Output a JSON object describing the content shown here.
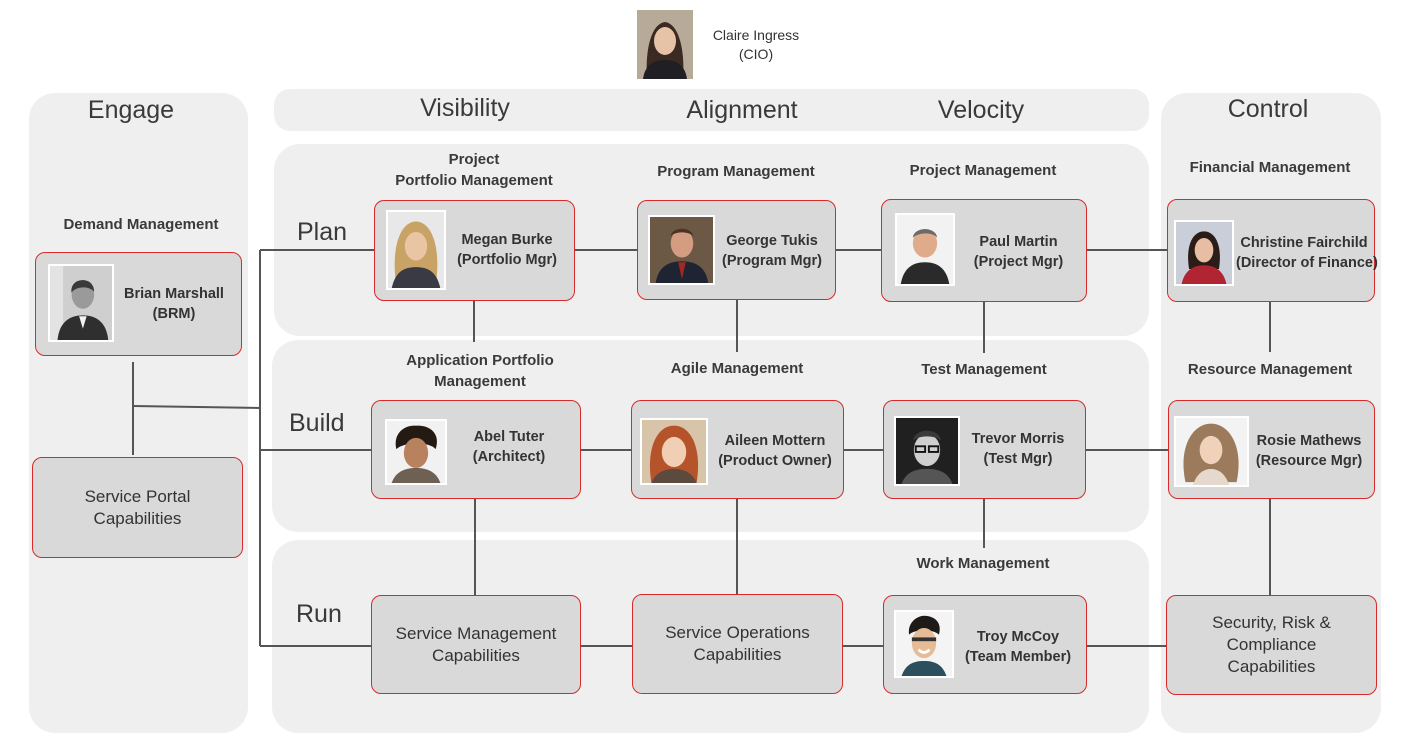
{
  "cio": {
    "name": "Claire Ingress",
    "role": "(CIO)"
  },
  "columns": {
    "engage": "Engage",
    "visibility": "Visibility",
    "alignment": "Alignment",
    "velocity": "Velocity",
    "control": "Control"
  },
  "rows": {
    "plan": "Plan",
    "build": "Build",
    "run": "Run"
  },
  "sections": {
    "demand": "Demand Management",
    "ppm_line1": "Project",
    "ppm_line2": "Portfolio Management",
    "program": "Program Management",
    "project": "Project Management",
    "financial": "Financial Management",
    "apm_line1": "Application Portfolio",
    "apm_line2": "Management",
    "agile": "Agile Management",
    "test": "Test Management",
    "resource": "Resource Management",
    "work": "Work Management"
  },
  "people": {
    "brian": {
      "name": "Brian Marshall",
      "role": "(BRM)"
    },
    "megan": {
      "name": "Megan Burke",
      "role": "(Portfolio Mgr)"
    },
    "george": {
      "name": "George Tukis",
      "role": "(Program Mgr)"
    },
    "paul": {
      "name": "Paul Martin",
      "role": "(Project Mgr)"
    },
    "christine": {
      "name": "Christine Fairchild",
      "role": "(Director of Finance)"
    },
    "abel": {
      "name": "Abel Tuter",
      "role": "(Architect)"
    },
    "aileen": {
      "name": "Aileen Mottern",
      "role": "(Product Owner)"
    },
    "trevor": {
      "name": "Trevor Morris",
      "role": "(Test Mgr)"
    },
    "rosie": {
      "name": "Rosie Mathews",
      "role": "(Resource Mgr)"
    },
    "troy": {
      "name": "Troy McCoy",
      "role": "(Team Member)"
    }
  },
  "capabilities": {
    "service_portal": [
      "Service Portal",
      "Capabilities"
    ],
    "service_mgmt": [
      "Service Management",
      "Capabilities"
    ],
    "service_ops": [
      "Service Operations",
      "Capabilities"
    ],
    "security": [
      "Security, Risk &",
      "Compliance",
      "Capabilities"
    ]
  },
  "colors": {
    "card_border": "#d62b2b",
    "card_fill": "#d9d9d9",
    "panel": "#efefef",
    "connector": "#555555"
  }
}
